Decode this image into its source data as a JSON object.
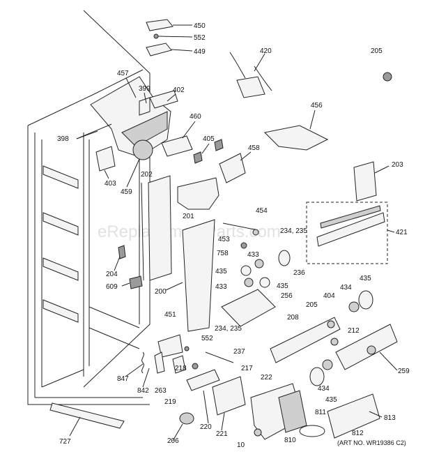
{
  "watermark": "eReplacementParts.com",
  "art_number": "(ART NO. WR19386 C2)",
  "callouts": [
    "450",
    "552",
    "449",
    "420",
    "205",
    "457",
    "399",
    "402",
    "398",
    "403",
    "459",
    "460",
    "405",
    "458",
    "456",
    "202",
    "203",
    "201",
    "454",
    "453",
    "758",
    "234, 235",
    "433",
    "421",
    "204",
    "435",
    "236",
    "609",
    "200",
    "433",
    "435",
    "434",
    "435",
    "256",
    "205",
    "404",
    "451",
    "208",
    "212",
    "234, 235",
    "552",
    "237",
    "847",
    "842",
    "263",
    "218",
    "217",
    "259",
    "219",
    "222",
    "220",
    "206",
    "221",
    "10",
    "810",
    "811",
    "435",
    "434",
    "812",
    "813",
    "727"
  ]
}
